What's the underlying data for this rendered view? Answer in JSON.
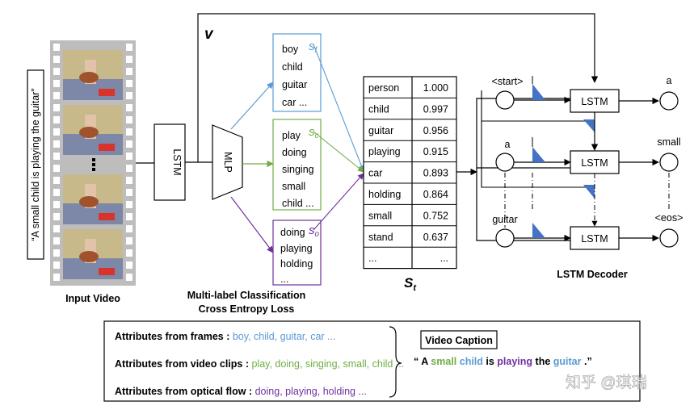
{
  "caption_vertical": "“A small child is playing the guitar”",
  "input_video_label": "Input Video",
  "encoder_lstm_label": "LSTM",
  "mlp_label": "MLP",
  "v_label": "v",
  "mlc_label_line1": "Multi-label Classification",
  "mlc_label_line2": "Cross Entropy Loss",
  "attr_boxes": [
    {
      "symbol": "s",
      "sub": "f",
      "color": "#5b9bd5",
      "words": [
        "boy",
        "child",
        "guitar",
        "car ..."
      ]
    },
    {
      "symbol": "s",
      "sub": "c",
      "color": "#70ad47",
      "words": [
        "play",
        "doing",
        "singing",
        "small",
        "child ..."
      ]
    },
    {
      "symbol": "s",
      "sub": "o",
      "color": "#7030a0",
      "words": [
        "doing",
        "playing",
        "holding",
        "..."
      ]
    }
  ],
  "score_table": {
    "label": "S",
    "label_sub": "t",
    "rows": [
      {
        "word": "person",
        "score": "1.000"
      },
      {
        "word": "child",
        "score": "0.997"
      },
      {
        "word": "guitar",
        "score": "0.956"
      },
      {
        "word": "playing",
        "score": "0.915"
      },
      {
        "word": "car",
        "score": "0.893"
      },
      {
        "word": "holding",
        "score": "0.864"
      },
      {
        "word": "small",
        "score": "0.752"
      },
      {
        "word": "stand",
        "score": "0.637"
      },
      {
        "word": "...",
        "score": "..."
      }
    ]
  },
  "decoder": {
    "title": "LSTM Decoder",
    "cell_label": "LSTM",
    "inputs": [
      "<start>",
      "a",
      "guitar"
    ],
    "outputs": [
      "a",
      "small",
      "<eos>"
    ]
  },
  "legend": {
    "rows": [
      {
        "prefix": "Attributes  from  frames : ",
        "items": "boy, child, guitar, car ...",
        "color": "#5b9bd5"
      },
      {
        "prefix": "Attributes  from  video clips : ",
        "items": "play, doing, singing, small, child ...",
        "color": "#70ad47"
      },
      {
        "prefix": "Attributes  from optical flow : ",
        "items": "doing, playing, holding ...",
        "color": "#7030a0"
      }
    ],
    "video_caption_title": "Video Caption",
    "caption": [
      {
        "text": "“ A ",
        "color": "#000000"
      },
      {
        "text": "small",
        "color": "#70ad47"
      },
      {
        "text": " ",
        "color": "#000000"
      },
      {
        "text": "child",
        "color": "#5b9bd5"
      },
      {
        "text": " is ",
        "color": "#000000"
      },
      {
        "text": "playing",
        "color": "#7030a0"
      },
      {
        "text": " the ",
        "color": "#000000"
      },
      {
        "text": "guitar",
        "color": "#5b9bd5"
      },
      {
        "text": " .”",
        "color": "#000000"
      }
    ]
  },
  "watermark": "知乎 @琪瑞",
  "colors": {
    "frames": "#5b9bd5",
    "clips": "#70ad47",
    "flow": "#7030a0",
    "gate": "#4472c4",
    "film": "#bdbdbd"
  }
}
